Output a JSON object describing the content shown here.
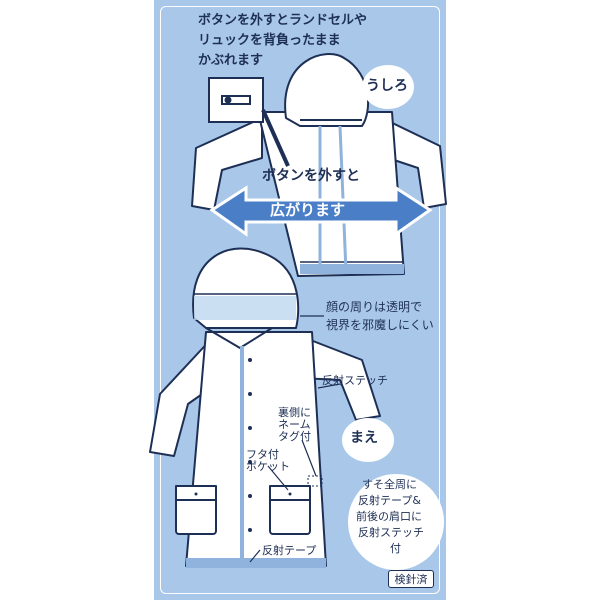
{
  "top_caption": [
    "ボタンを外すとランドセルや",
    "リュックを背負ったまま",
    "かぶれます"
  ],
  "back_label": "うしろ",
  "button_label": "ボタンを外すと",
  "expand_label": "広がります",
  "face_caption": [
    "顔の周りは透明で",
    "視界を邪魔しにくい"
  ],
  "reflective_stitch": "反射ステッチ",
  "name_tag": [
    "裏側に",
    "ネーム",
    "タグ付"
  ],
  "front_label": "まえ",
  "pocket_label": [
    "フタ付",
    "ポケット"
  ],
  "reflective_tape": "反射テープ",
  "perimeter_note": [
    "すそ全周に",
    "反射テープ&",
    "前後の肩口に",
    "反射ステッチ",
    "付"
  ],
  "inspected_badge": "検針済",
  "colors": {
    "background": "#a9c8e9",
    "ink": "#1e2f55",
    "arrow": "#4a7fc8",
    "garment": "#ffffff"
  }
}
